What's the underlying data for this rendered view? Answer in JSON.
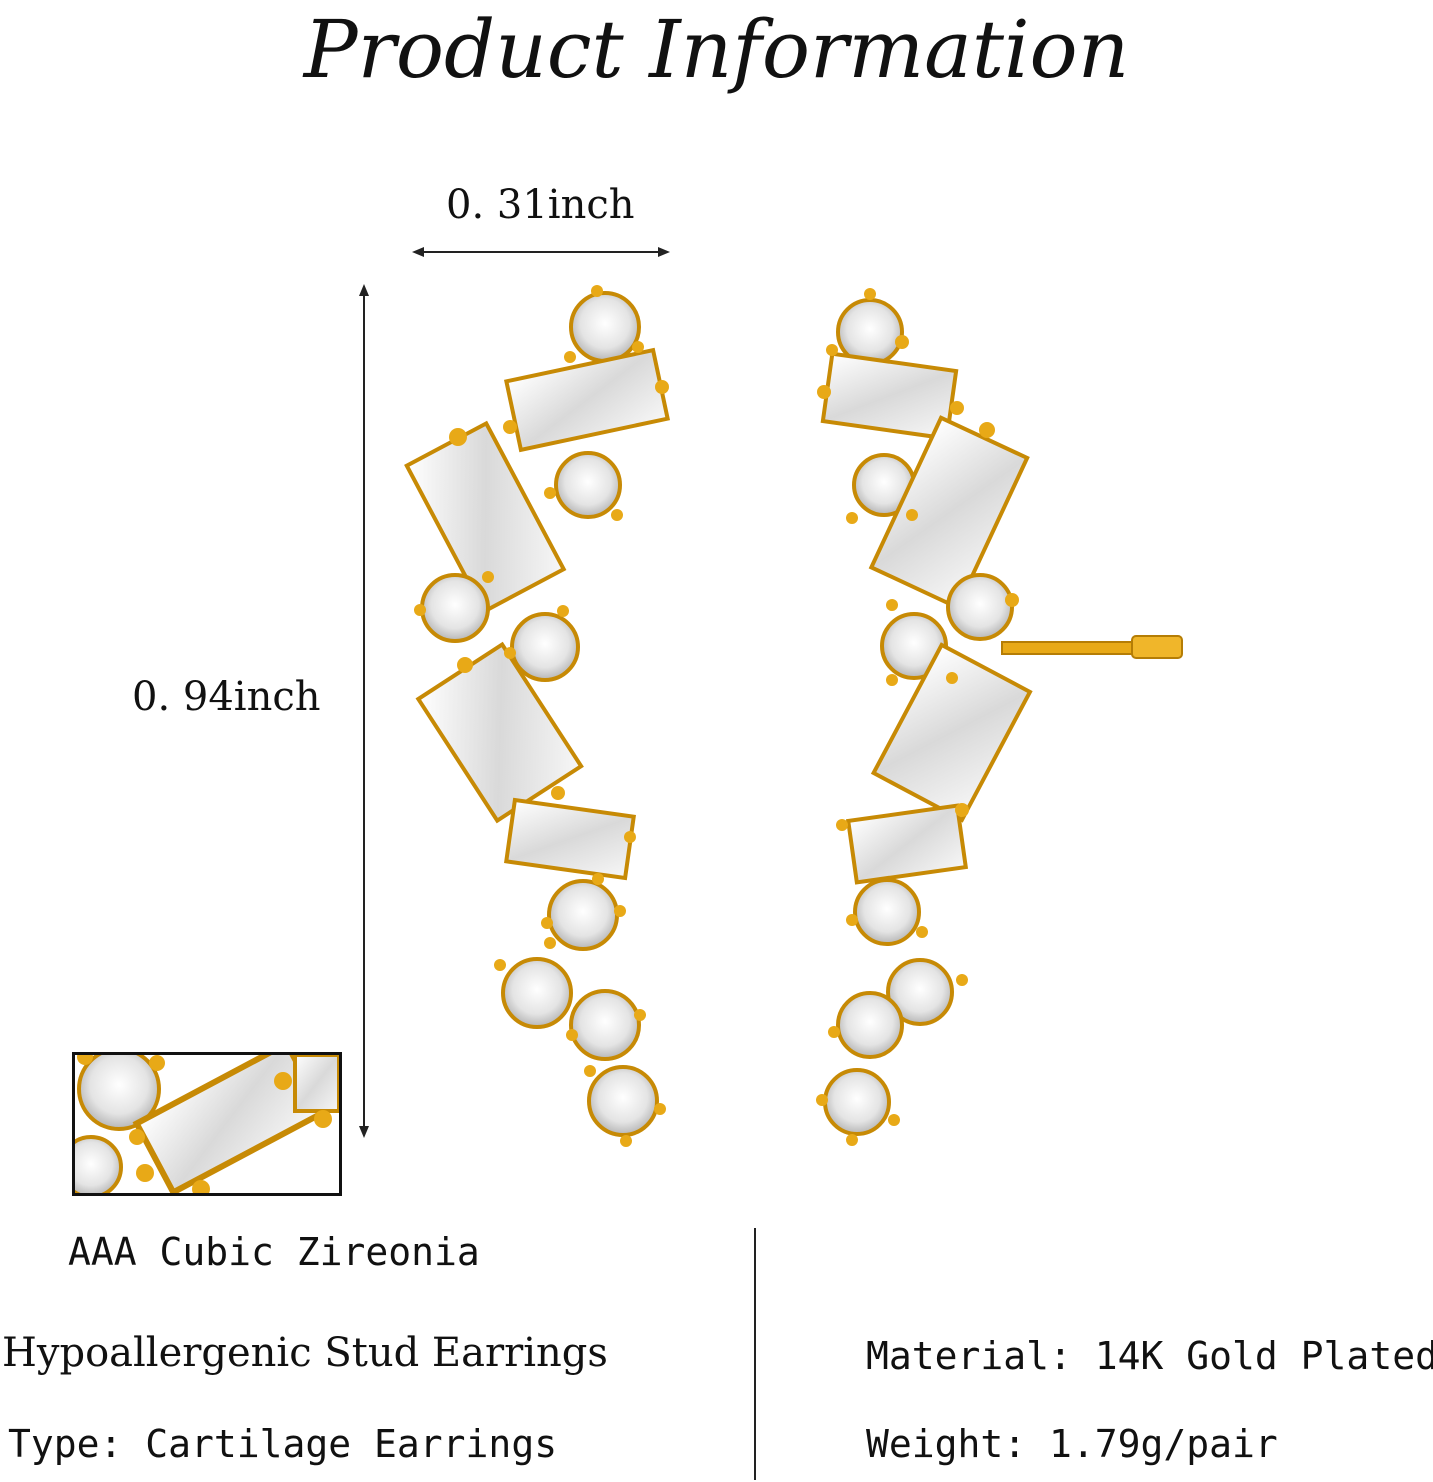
{
  "title": "Product Information",
  "dimensions": {
    "width_label": "0. 31inch",
    "height_label": "0. 94inch"
  },
  "stone_label": "AAA Cubic Zireonia",
  "specs": {
    "left_title": "Hypoallergenic Stud Earrings",
    "type": "Type: Cartilage Earrings",
    "material": "Material: 14K Gold Plated",
    "weight": "Weight: 1.79g/pair"
  },
  "colors": {
    "gold": "#e8a917",
    "gold_dark": "#b57d05",
    "stone": "#f2f2f2"
  }
}
